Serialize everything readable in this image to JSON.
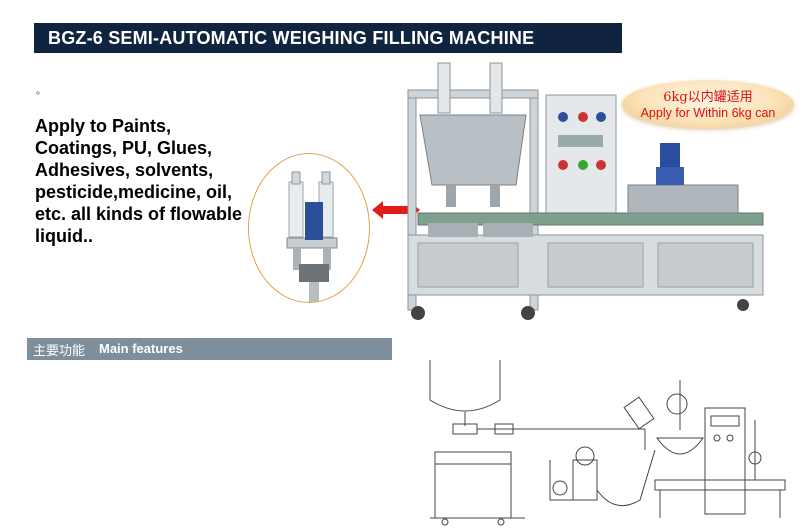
{
  "header": {
    "title": "BGZ-6 SEMI-AUTOMATIC WEIGHING FILLING MACHINE"
  },
  "bullet_mark": "。",
  "description": {
    "lines": [
      "Apply to Paints,",
      "Coatings, PU, Glues,",
      "Adhesives, solvents,",
      "pesticide,medicine, oil,",
      "etc. all kinds of flowable",
      "liquid.."
    ]
  },
  "badge": {
    "cn": "6kg以内罐适用",
    "en": "Apply for  Within 6kg can"
  },
  "features": {
    "cn": "主要功能",
    "en": "Main features"
  },
  "colors": {
    "title_bg": "#10243f",
    "features_bg": "#7e8f9b",
    "badge_text": "#dd1111",
    "arrow": "#e21b1b"
  }
}
